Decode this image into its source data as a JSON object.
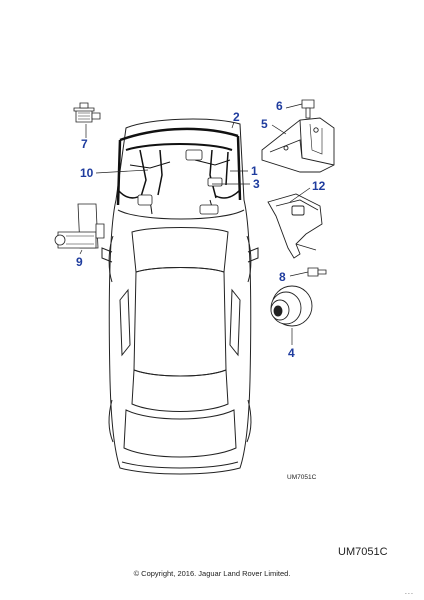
{
  "callouts": [
    {
      "id": "1",
      "label": "1"
    },
    {
      "id": "2",
      "label": "2"
    },
    {
      "id": "3",
      "label": "3"
    },
    {
      "id": "4",
      "label": "4"
    },
    {
      "id": "5",
      "label": "5"
    },
    {
      "id": "6",
      "label": "6"
    },
    {
      "id": "7",
      "label": "7"
    },
    {
      "id": "8",
      "label": "8"
    },
    {
      "id": "9",
      "label": "9"
    },
    {
      "id": "10",
      "label": "10"
    },
    {
      "id": "12",
      "label": "12"
    }
  ],
  "inner_code": "UM7051C",
  "drawing_code": "UM7051C",
  "copyright": "© Copyright, 2016. Jaguar Land Rover Limited.",
  "corner_mark": "- - -",
  "colors": {
    "callout": "#1f3c9e",
    "line": "#222222"
  }
}
